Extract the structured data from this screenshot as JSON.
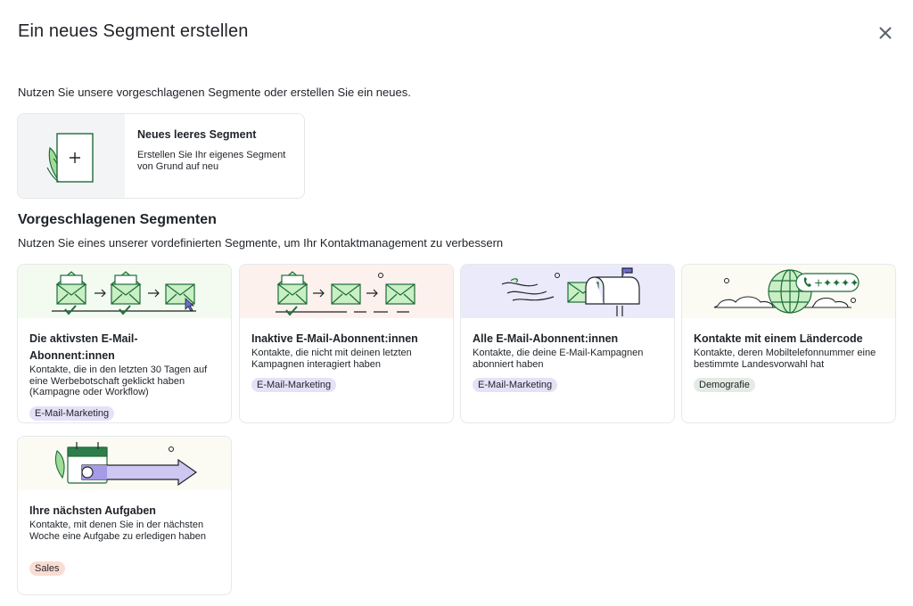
{
  "modal": {
    "title": "Ein neues Segment erstellen",
    "intro": "Nutzen Sie unsere vorgeschlagenen Segmente oder erstellen Sie ein neues."
  },
  "empty_segment": {
    "title": "Neues leeres Segment",
    "description": "Erstellen Sie Ihr eigenes Segment von Grund auf neu",
    "icon": "blank-document-plus-icon"
  },
  "suggested": {
    "title": "Vorgeschlagenen Segmenten",
    "subtitle": "Nutzen Sie eines unserer vordefinierten Segmente, um Ihr Kontaktmanagement zu verbessern",
    "cards": [
      {
        "title": "Die aktivsten E-Mail-Abonnent:innen",
        "description": "Kontakte, die in den letzten 30 Tagen auf eine Werbebotschaft geklickt haben (Kampagne oder Workflow)",
        "tag": "E-Mail-Marketing",
        "tag_color": "#e6e1f7",
        "illustration": "active-subscribers-envelopes"
      },
      {
        "title": "Inaktive E-Mail-Abonnent:innen",
        "description": "Kontakte, die nicht mit deinen letzten Kampagnen interagiert haben",
        "tag": "E-Mail-Marketing",
        "tag_color": "#e6e1f7",
        "illustration": "inactive-subscribers-envelopes"
      },
      {
        "title": "Alle E-Mail-Abonnent:innen",
        "description": "Kontakte, die deine E-Mail-Kampagnen abonniert haben",
        "tag": "E-Mail-Marketing",
        "tag_color": "#e6e1f7",
        "illustration": "mailbox-envelope"
      },
      {
        "title": "Kontakte mit einem Ländercode",
        "description": "Kontakte, deren Mobiltelefonnummer eine bestimmte Landesvorwahl hat",
        "tag": "Demografie",
        "tag_color": "#e3ebe4",
        "illustration": "globe-phone"
      },
      {
        "title": "Ihre nächsten Aufgaben",
        "description": "Kontakte, mit denen Sie in der nächsten Woche eine Aufgabe zu erledigen haben",
        "tag": "Sales",
        "tag_color": "#fbdcd3",
        "illustration": "calendar-arrow"
      }
    ]
  },
  "colors": {
    "green_dark": "#1e6b3a",
    "green_light": "#c9efc4",
    "lavender": "#cdc7f2",
    "tint_green": "#f3faf0",
    "tint_pink": "#fdf1ee",
    "tint_lavender": "#ebeafb",
    "tint_cream": "#fbfaf3"
  }
}
